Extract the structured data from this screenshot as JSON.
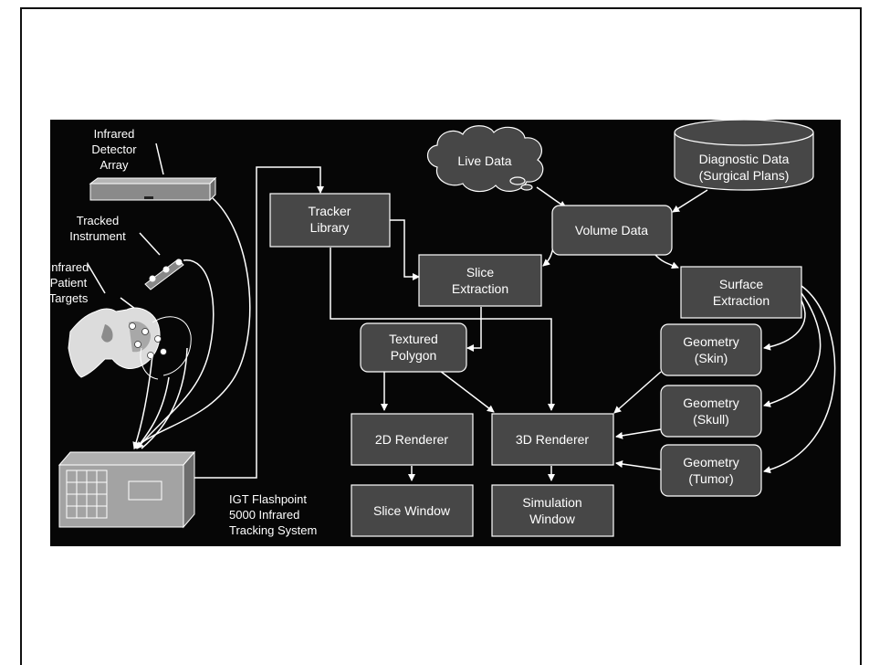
{
  "colors": {
    "background": "#060606",
    "box_fill": "#474747",
    "stroke": "#ffffff",
    "text": "#ffffff"
  },
  "labels": {
    "infrared_detector": [
      "Infrared",
      "Detector",
      "Array"
    ],
    "tracked_instrument": [
      "Tracked",
      "Instrument"
    ],
    "patient_targets": [
      "Infrared",
      "Patient",
      "Targets"
    ],
    "tracking_system": [
      "IGT Flashpoint",
      "5000 Infrared",
      "Tracking System"
    ]
  },
  "nodes": {
    "tracker_library": [
      "Tracker",
      "Library"
    ],
    "live_data": [
      "Live Data"
    ],
    "diagnostic_data": [
      "Diagnostic Data",
      "(Surgical Plans)"
    ],
    "volume_data": [
      "Volume Data"
    ],
    "slice_extraction": [
      "Slice",
      "Extraction"
    ],
    "surface_extraction": [
      "Surface",
      "Extraction"
    ],
    "textured_polygon": [
      "Textured",
      "Polygon"
    ],
    "geometry_skin": [
      "Geometry",
      "(Skin)"
    ],
    "geometry_skull": [
      "Geometry",
      "(Skull)"
    ],
    "geometry_tumor": [
      "Geometry",
      "(Tumor)"
    ],
    "renderer_2d": [
      "2D Renderer"
    ],
    "renderer_3d": [
      "3D Renderer"
    ],
    "slice_window": [
      "Slice Window"
    ],
    "simulation_window": [
      "Simulation",
      "Window"
    ]
  }
}
